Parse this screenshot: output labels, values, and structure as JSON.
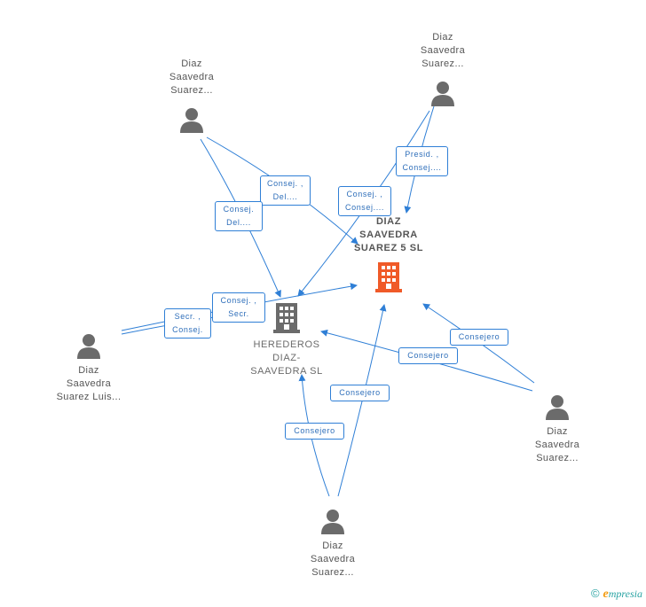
{
  "nodes": {
    "p_top_left": {
      "label": "Diaz\nSaavedra\nSuarez..."
    },
    "p_top_right": {
      "label": "Diaz\nSaavedra\nSuarez..."
    },
    "p_left": {
      "label": "Diaz\nSaavedra\nSuarez Luis..."
    },
    "p_right": {
      "label": "Diaz\nSaavedra\nSuarez..."
    },
    "p_bottom": {
      "label": "Diaz\nSaavedra\nSuarez..."
    },
    "c_main": {
      "label": "DIAZ\nSAAVEDRA\nSUAREZ 5 SL"
    },
    "c_herederos": {
      "label": "HEREDEROS\nDIAZ-\nSAAVEDRA SL"
    }
  },
  "edge_labels": [
    {
      "id": "e1",
      "text": "Consej. ,\nDel...."
    },
    {
      "id": "e2",
      "text": "Consej.\nDel...."
    },
    {
      "id": "e3",
      "text": "Consej. ,\nConsej...."
    },
    {
      "id": "e4",
      "text": "Presid. ,\nConsej...."
    },
    {
      "id": "e5",
      "text": "Consej. ,\nSecr."
    },
    {
      "id": "e6",
      "text": "Secr. ,\nConsej."
    },
    {
      "id": "e7",
      "text": "Consejero"
    },
    {
      "id": "e8",
      "text": "Consejero"
    },
    {
      "id": "e9",
      "text": "Consejero"
    },
    {
      "id": "e10",
      "text": "Consejero"
    }
  ],
  "colors": {
    "edge": "#2f7fd6",
    "person": "#6b6b6b",
    "company_main": "#f05a28",
    "company_other": "#6b6b6b"
  },
  "footer": {
    "copyright": "©",
    "brand_e": "e",
    "brand_rest": "mpresia"
  }
}
